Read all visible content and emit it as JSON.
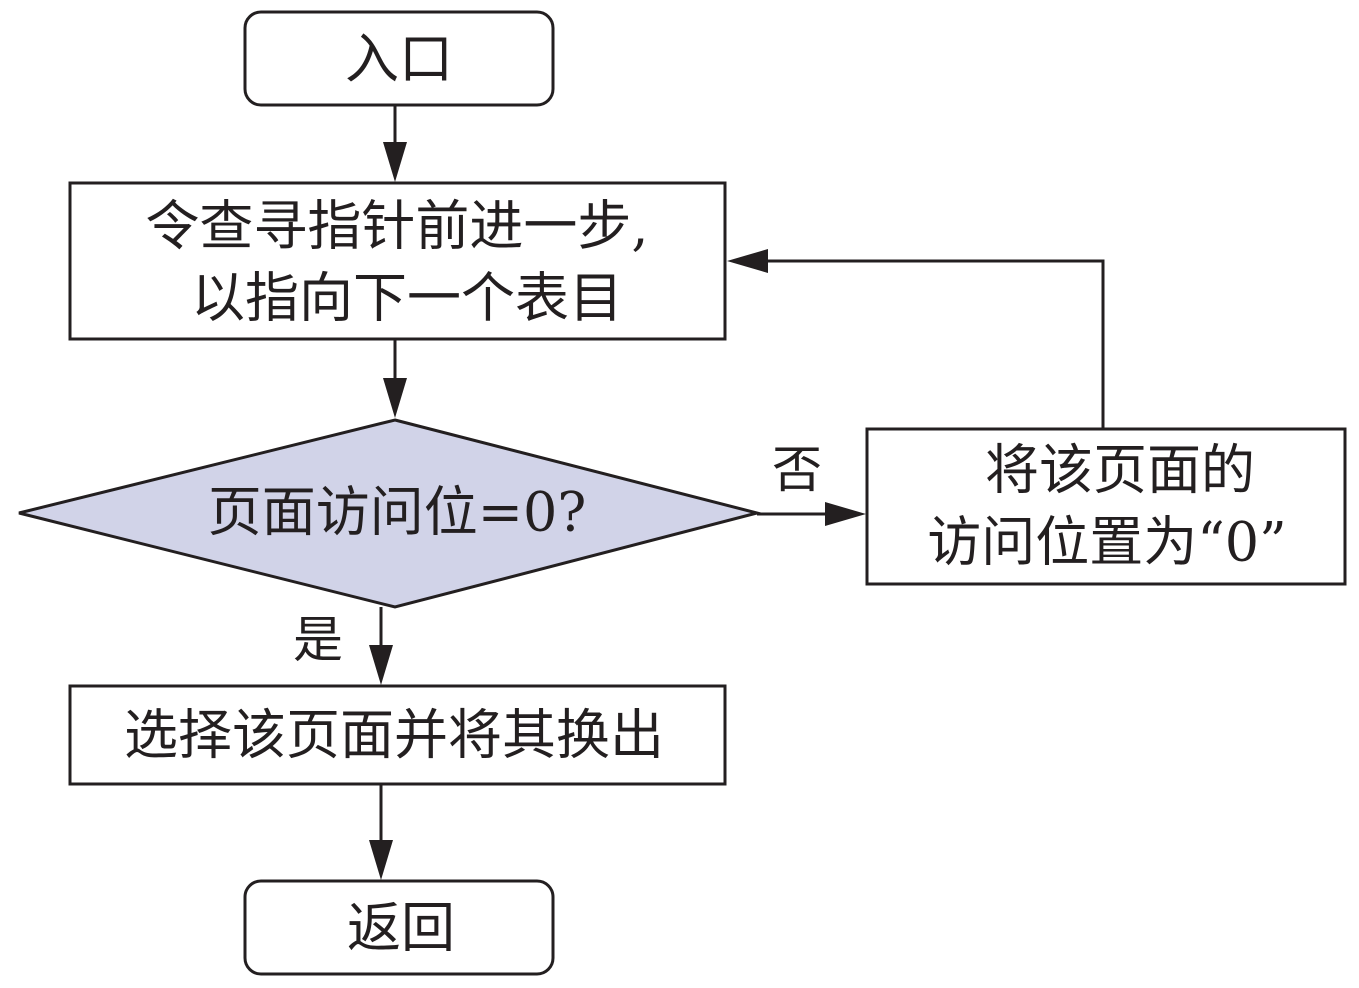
{
  "nodes": {
    "entry": "入口",
    "advance_line1": "令查寻指针前进一步,",
    "advance_line2": "以指向下一个表目",
    "decision": "页面访问位=0?",
    "reset_line1": "将该页面的",
    "reset_line2": "访问位置为“0”",
    "select": "选择该页面并将其换出",
    "return": "返回"
  },
  "branches": {
    "no": "否",
    "yes": "是"
  },
  "colors": {
    "stroke": "#231f20",
    "decision_fill": "#d1d3e8",
    "box_fill": "#ffffff"
  }
}
